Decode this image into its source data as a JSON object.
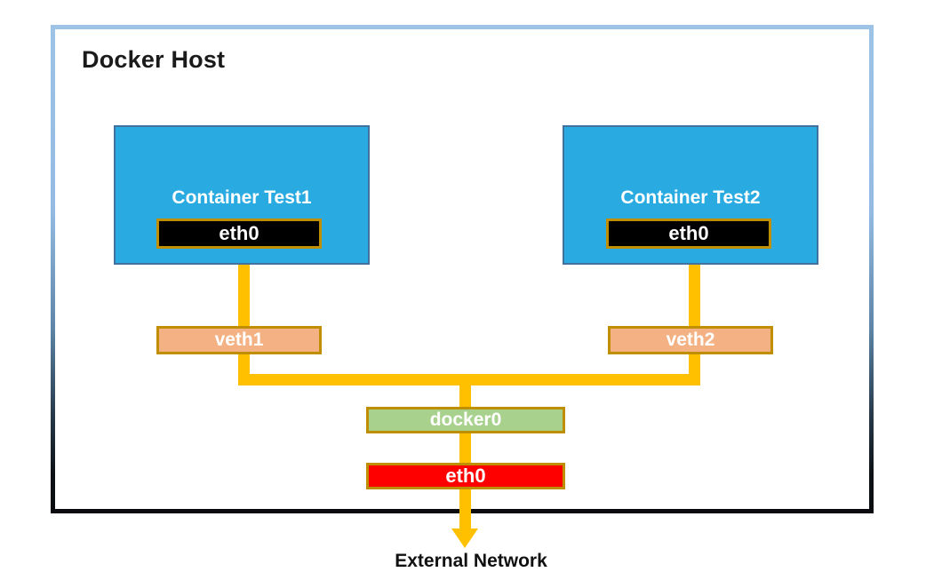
{
  "diagram": {
    "title": "Docker Host",
    "type": "network-architecture",
    "external_label": "External Network",
    "colors": {
      "host_border_top": "#9DC3E6",
      "host_border_bottom": "#000000",
      "container_fill": "#29ABE2",
      "container_border": "#41719C",
      "eth_container_fill": "#000000",
      "veth_fill": "#F4B183",
      "docker0_fill": "#A9D18E",
      "eth_external_fill": "#FF0000",
      "node_border": "#BF8F00",
      "connector": "#FFC000",
      "text_on_node": "#FFFFFF",
      "title_text": "#1A1A1A"
    },
    "containers": [
      {
        "id": "test1",
        "label": "Container Test1",
        "interface": "eth0"
      },
      {
        "id": "test2",
        "label": "Container Test2",
        "interface": "eth0"
      }
    ],
    "veth_pairs": [
      {
        "id": "veth1",
        "label": "veth1"
      },
      {
        "id": "veth2",
        "label": "veth2"
      }
    ],
    "bridge": {
      "label": "docker0"
    },
    "host_interface": {
      "label": "eth0"
    }
  }
}
